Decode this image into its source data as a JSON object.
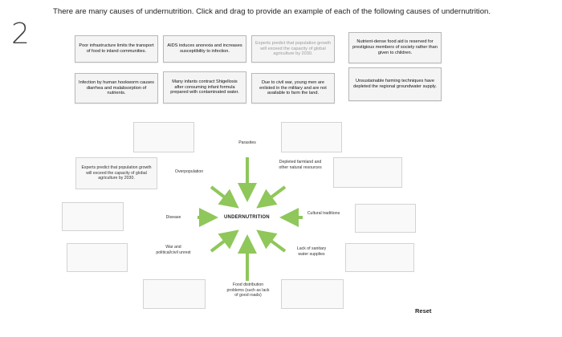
{
  "question": {
    "number": "2",
    "instructions": "There are many causes of undernutrition. Click and drag to provide an example of each of the following causes of undernutrition."
  },
  "answer_bank": [
    "Poor infrastructure limits the transport of food to inland communities.",
    "AIDS induces anorexia and increases susceptibility to infection.",
    "Experts predict that population growth will exceed the capacity of global agriculture by 2030.",
    "Nutrient-dense food aid is reserved for prestigious members of society rather than given to children.",
    "Infection by human hookworm causes diarrhea and malabsorption of nutrients.",
    "Many infants contract Shigellosis after consuming infant formula prepared with contaminated water.",
    "Due to civil war, young men are enlisted in the military and are not available to farm the land.",
    "Unsustainable farming techniques have depleted the regional groundwater supply."
  ],
  "diagram": {
    "center": "UNDERNUTRITION",
    "causes": {
      "parasites": "Parasites",
      "depleted": "Depleted farmland and other natural resources",
      "cultural": "Cultural traditions",
      "sanitary": "Lack of sanitary water supplies",
      "food_distribution": "Food distribution problems (such as lack of good roads)",
      "war": "War and political/civil unrest",
      "disease": "Disease",
      "overpopulation": "Overpopulation"
    },
    "placed": {
      "overpopulation": "Experts predict that population growth will exceed the capacity of global agriculture by 2030."
    }
  },
  "controls": {
    "reset_label": "Reset"
  },
  "colors": {
    "arrow": "#8fc75a",
    "accent": "#8fc75a"
  }
}
